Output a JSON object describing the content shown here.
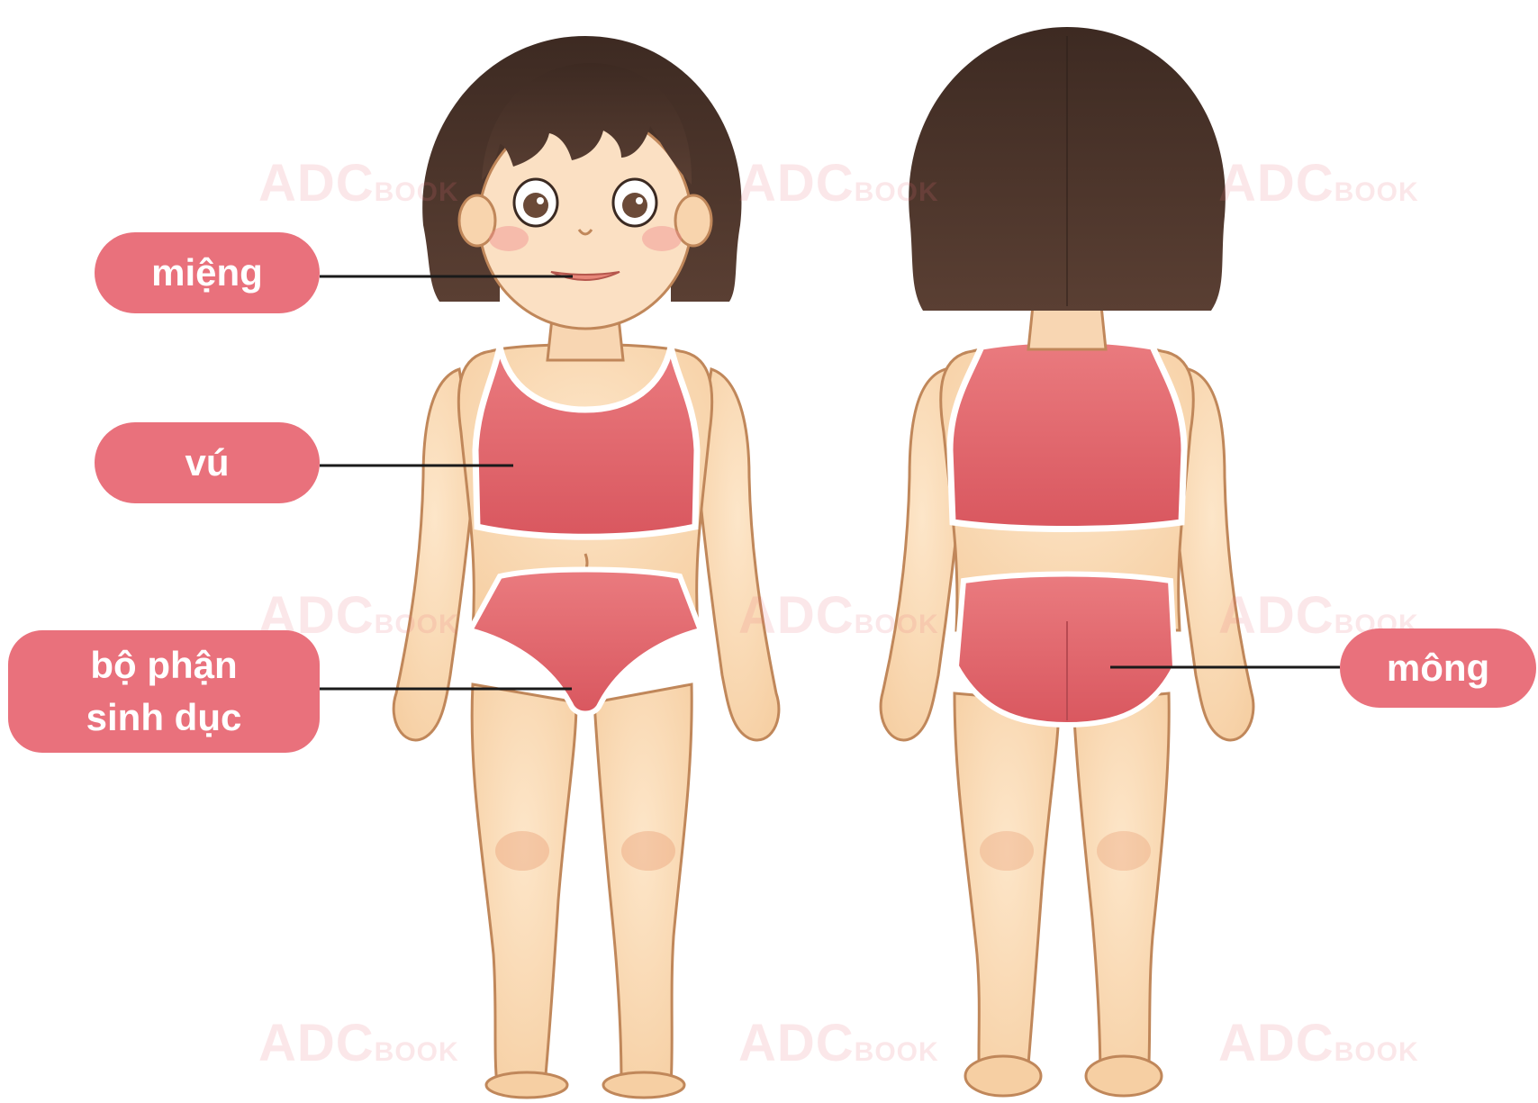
{
  "labels": {
    "mouth": "miệng",
    "breast": "vú",
    "genitals_line1": "bộ phận",
    "genitals_line2": "sinh dục",
    "buttocks": "mông"
  },
  "watermark": {
    "big": "ADC",
    "small": "BOOK"
  },
  "colors": {
    "label_bg": "#e9717c",
    "label_text": "#ffffff",
    "leader_line": "#1a1a1a",
    "swimsuit": "#e36f73",
    "skin": "#fde3c4",
    "hair": "#4a332a"
  }
}
